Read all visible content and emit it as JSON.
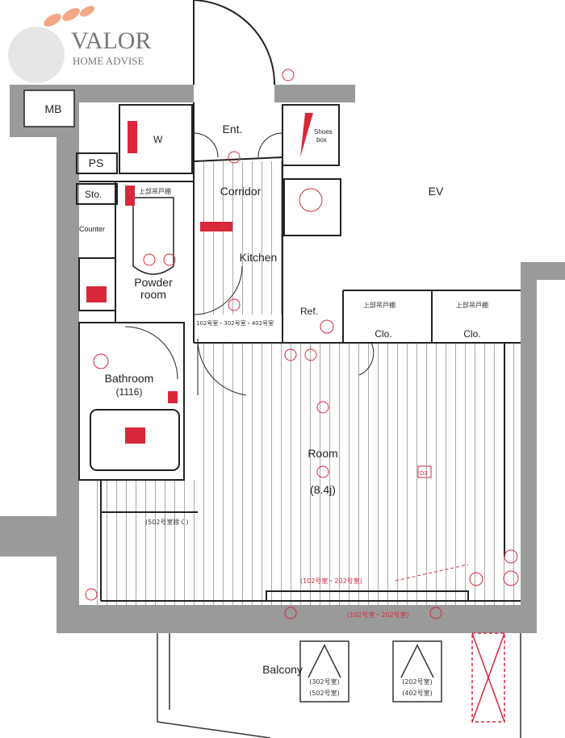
{
  "logo": {
    "name": "VALOR",
    "tagline": "HOME ADVISE"
  },
  "rooms": {
    "mb": "MB",
    "ps": "PS",
    "sto": "Sto.",
    "counter": "Counter",
    "w": "W",
    "ent": "Ent.",
    "shoes_box_1": "Shoes",
    "shoes_box_2": "box",
    "corridor": "Corridor",
    "kitchen": "Kitchen",
    "powder_1": "Powder",
    "powder_2": "room",
    "bathroom": "Bathroom",
    "bathroom_size": "(1116)",
    "ref": "Ref.",
    "ev": "EV",
    "clo_1": "Clo.",
    "clo_2": "Clo.",
    "room": "Room",
    "room_size": "(8.4j)",
    "balcony": "Balcony"
  },
  "notes": {
    "upper_cabinet_sto": "上部吊戸棚",
    "upper_shelf_1": "上部吊戸棚",
    "upper_shelf_2": "上部吊戸棚",
    "kitchen_units": "102号室・302号室・402号室",
    "excl_502": "(502号室除く)",
    "units_102_202_a": "(102号室・202号室)",
    "units_102_202_b": "(102号室・202号室)",
    "balcony_a1": "(302号室)",
    "balcony_a2": "(502号室)",
    "balcony_b1": "(202号室)",
    "balcony_b2": "(402号室)",
    "d3": "D3"
  },
  "colors": {
    "wall": "#9a9a9a",
    "line": "#222222",
    "accent": "#d8283a",
    "logo": "#f0a080"
  }
}
